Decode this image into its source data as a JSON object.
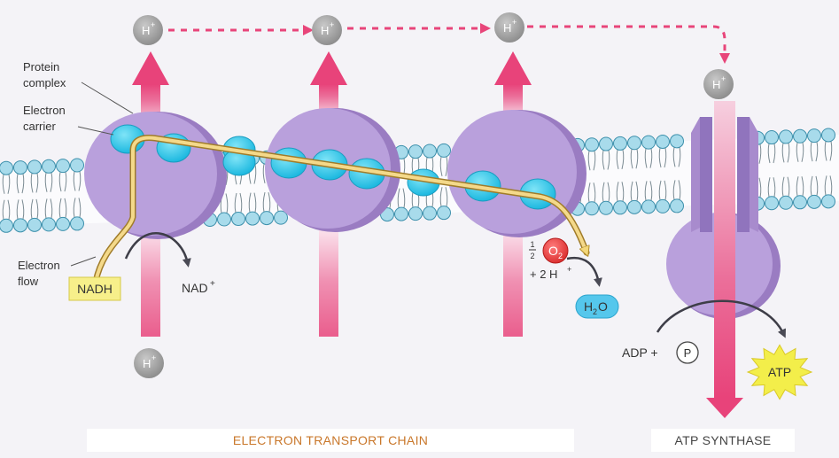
{
  "proton_label": "H",
  "proton_charge": "+",
  "labels": {
    "protein_complex_1": "Protein",
    "protein_complex_2": "complex",
    "electron_carrier_1": "Electron",
    "electron_carrier_2": "carrier",
    "electron_flow_1": "Electron",
    "electron_flow_2": "flow"
  },
  "nadh": "NADH",
  "nad_plus": {
    "base": "NAD",
    "sup": "+"
  },
  "oxygen": {
    "frac_num": "1",
    "frac_den": "2",
    "symbol": "O",
    "sub": "2"
  },
  "two_h": {
    "text": "+ 2 H",
    "sup": "+"
  },
  "water": {
    "H": "H",
    "sub": "2",
    "O": "O"
  },
  "adp": "ADP +",
  "phosphate": "P",
  "atp": "ATP",
  "footer": {
    "etc": "ELECTRON TRANSPORT CHAIN",
    "atp_synthase": "ATP SYNTHASE"
  },
  "colors": {
    "proton": "#8f8f8f",
    "complex": "#b49ad7",
    "carrier": "#2ec4e6",
    "proton_arrow": "#e8457a",
    "membrane_head": "#a8dbeb",
    "oxygen": "#e23a3a",
    "water": "#55c7ec",
    "atp_star": "#f3ee4a",
    "nadh_box": "#f7ef8a"
  }
}
